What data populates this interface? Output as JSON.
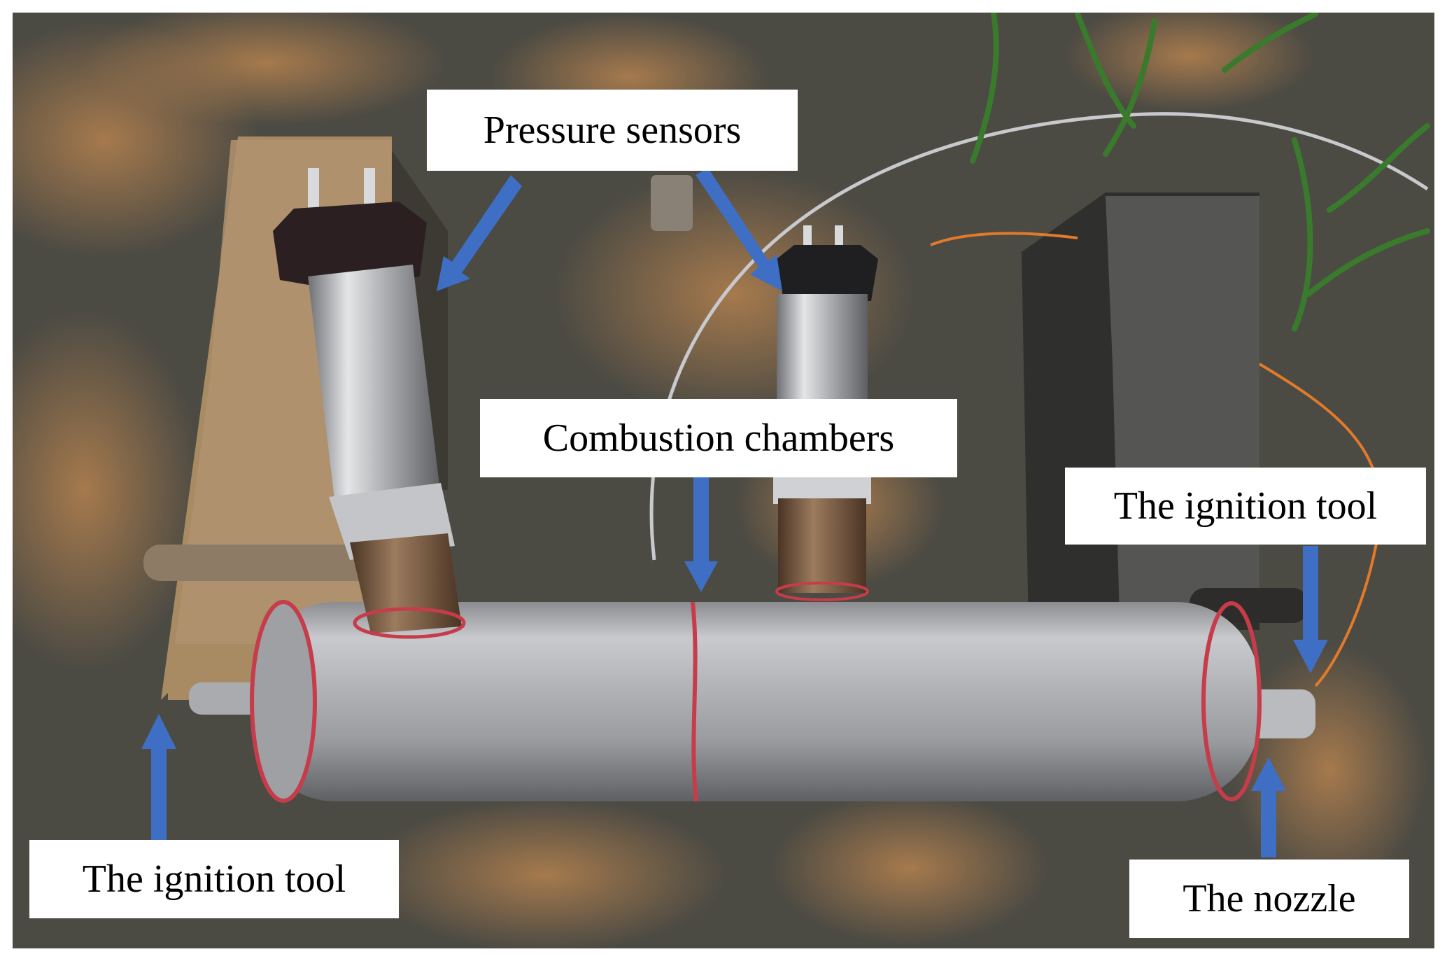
{
  "labels": {
    "pressure_sensors": "Pressure sensors",
    "combustion_chambers": "Combustion chambers",
    "ignition_tool_left": "The ignition tool",
    "ignition_tool_right": "The ignition tool",
    "nozzle": "The nozzle"
  },
  "colors": {
    "arrow": "#3f6fc4",
    "label_bg": "#ffffff",
    "label_text": "#000000"
  }
}
